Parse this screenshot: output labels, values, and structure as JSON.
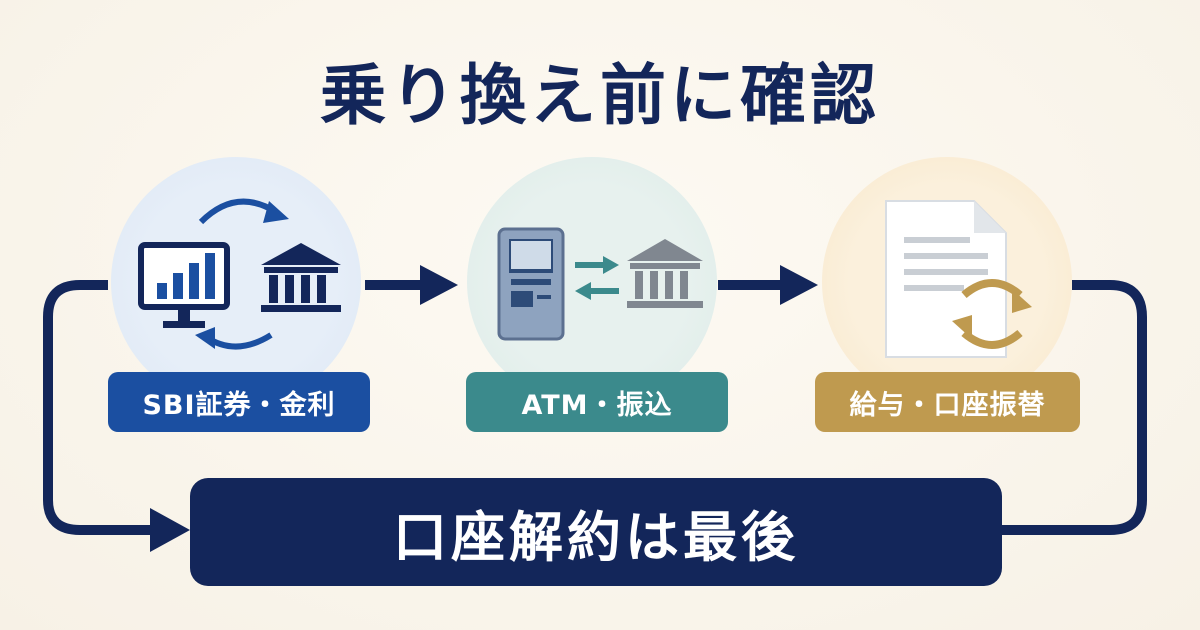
{
  "title": "乗り換え前に確認",
  "steps": [
    {
      "label": "SBI証券・金利",
      "color": "#1b4fa1",
      "icons": [
        "monitor-chart-icon",
        "bank-icon",
        "sync-arrows-icon"
      ]
    },
    {
      "label": "ATM・振込",
      "color": "#3b8a8c",
      "icons": [
        "atm-icon",
        "transfer-arrows-icon",
        "bank-icon"
      ]
    },
    {
      "label": "給与・口座振替",
      "color": "#bf9a4f",
      "icons": [
        "document-icon",
        "refresh-icon"
      ]
    }
  ],
  "final": {
    "label": "口座解約は最後",
    "color": "#13265a"
  },
  "colors": {
    "navy": "#13265a",
    "blue": "#1b4fa1",
    "teal": "#3b8a8c",
    "gold": "#bf9a4f"
  }
}
